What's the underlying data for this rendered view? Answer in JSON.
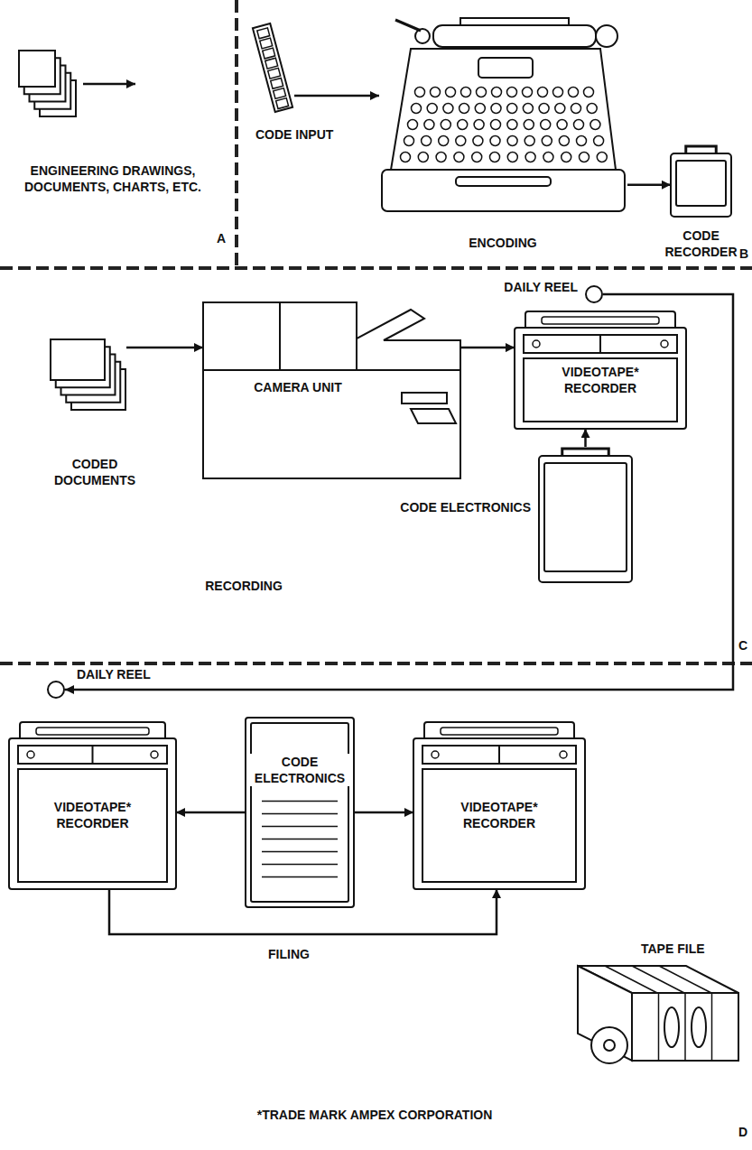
{
  "diagram": {
    "nodes": [
      {
        "text": [
          "ENGINEERING DRAWINGS, DOCUMENTS, CHARTS, ETC."
        ]
      },
      {
        "text": [
          "CODE INPUT"
        ]
      },
      {
        "text": [
          "ENCODING"
        ]
      },
      {
        "text": [
          "CODE RECORDER"
        ]
      },
      {
        "text": [
          "CODED DOCUMENTS"
        ]
      },
      {
        "text": [
          "CAMERA UNIT"
        ]
      },
      {
        "text": [
          "DAILY REEL"
        ]
      },
      {
        "text": [
          "VIDEOTAPE* RECORDER"
        ]
      },
      {
        "text": [
          "CODE ELECTRONICS"
        ]
      },
      {
        "text": [
          "DAILY REEL"
        ]
      },
      {
        "text": [
          "VIDEOTAPE* RECORDER"
        ]
      },
      {
        "text": [
          "CODE ELECTRONICS"
        ]
      },
      {
        "text": [
          "VIDEOTAPE* RECORDER"
        ]
      },
      {
        "text": [
          "TAPE FILE"
        ]
      }
    ],
    "edges": [
      {
        "from": 1,
        "to": 2,
        "arrow": "to"
      },
      {
        "from": 2,
        "to": 3,
        "arrow": "to"
      },
      {
        "from": 4,
        "to": 5,
        "arrow": "to"
      },
      {
        "from": 5,
        "to": 7,
        "arrow": "to"
      },
      {
        "from": 8,
        "to": 7,
        "arrow": "to"
      },
      {
        "from": 6,
        "to": 9,
        "arrow": "to"
      },
      {
        "from": 11,
        "to": 10,
        "arrow": "to"
      },
      {
        "from": 11,
        "to": 12,
        "arrow": "to"
      },
      {
        "from": 10,
        "to": 12,
        "arrow": "to"
      }
    ],
    "labels": [
      "A",
      "B",
      "RECORDING",
      "C",
      "FILING",
      "*TRADE MARK AMPEX CORPORATION",
      "D"
    ]
  }
}
